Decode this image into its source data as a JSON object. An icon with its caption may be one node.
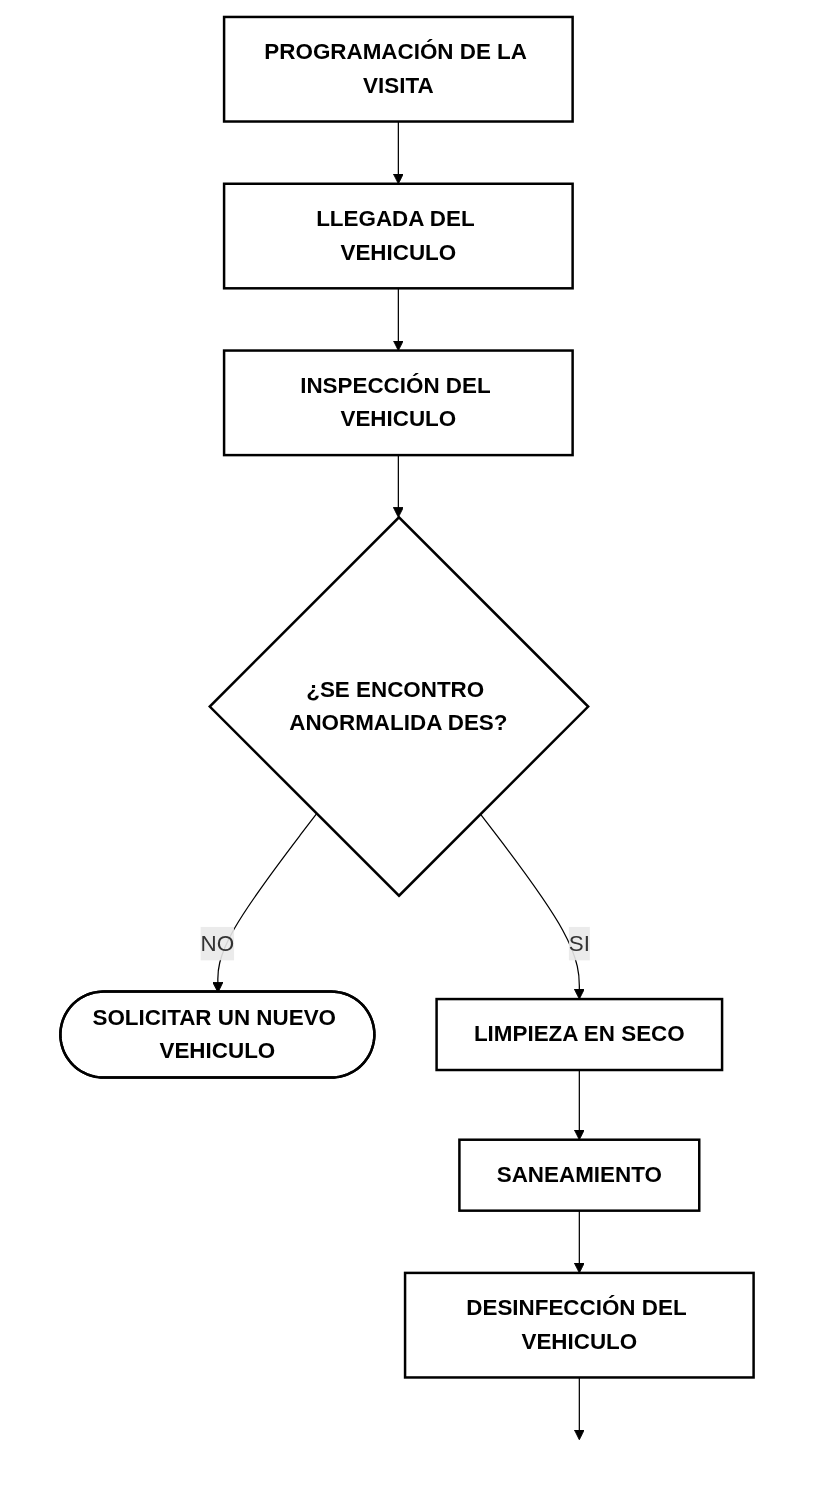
{
  "diagram": {
    "nodes": [
      {
        "text": [
          "PROGRAMACIÓN DE LA VISITA"
        ]
      },
      {
        "text": [
          "LLEGADA DEL VEHICULO"
        ]
      },
      {
        "text": [
          "INSPECCIÓN DEL VEHICULO"
        ]
      },
      {
        "text": [
          "¿SE ENCONTRO ANORMALIDA DES?"
        ]
      },
      {
        "text": [
          "SOLICITAR UN NUEVO VEHICULO"
        ]
      },
      {
        "text": [
          "LIMPIEZA EN SECO"
        ]
      },
      {
        "text": [
          "SANEAMIENTO"
        ]
      },
      {
        "text": [
          "DESINFECCIÓN DEL VEHICULO"
        ]
      }
    ],
    "edges": [
      {
        "from": 0,
        "to": 1,
        "arrow": "to"
      },
      {
        "from": 1,
        "to": 2,
        "arrow": "to"
      },
      {
        "from": 2,
        "to": 3,
        "arrow": "to"
      },
      {
        "from": 3,
        "to": 4,
        "arrow": "to",
        "label": "NO"
      },
      {
        "from": 3,
        "to": 5,
        "arrow": "to",
        "label": "SI"
      },
      {
        "from": 5,
        "to": 6,
        "arrow": "to"
      },
      {
        "from": 6,
        "to": 7,
        "arrow": "to"
      },
      {
        "from": 7,
        "to": null,
        "arrow": "to"
      }
    ]
  }
}
